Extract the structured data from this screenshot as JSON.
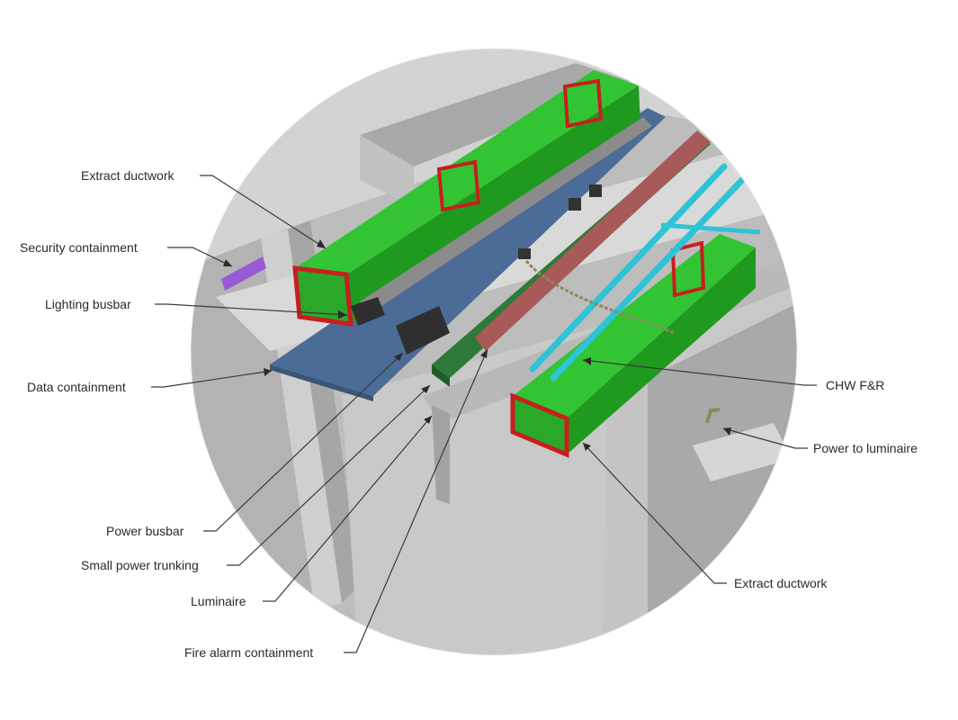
{
  "diagram": {
    "labels": {
      "extract_ductwork_top": "Extract ductwork",
      "security_containment": "Security containment",
      "lighting_busbar": "Lighting busbar",
      "data_containment": "Data containment",
      "power_busbar": "Power busbar",
      "small_power_trunking": "Small power trunking",
      "luminaire": "Luminaire",
      "fire_alarm_containment": "Fire alarm containment",
      "chw_fr": "CHW F&R",
      "power_to_luminaire": "Power to luminaire",
      "extract_ductwork_bottom": "Extract ductwork"
    },
    "colors": {
      "ductwork": "#2db82d",
      "duct_flange": "#c81e1e",
      "data_tray": "#4a6c96",
      "fire_alarm": "#2e7a3a",
      "small_power": "#a85a58",
      "chw_pipe": "#2ec4d6",
      "security": "#9a5ad6",
      "busbar": "#3a3a3a",
      "concrete": "#c8c8c8"
    }
  }
}
